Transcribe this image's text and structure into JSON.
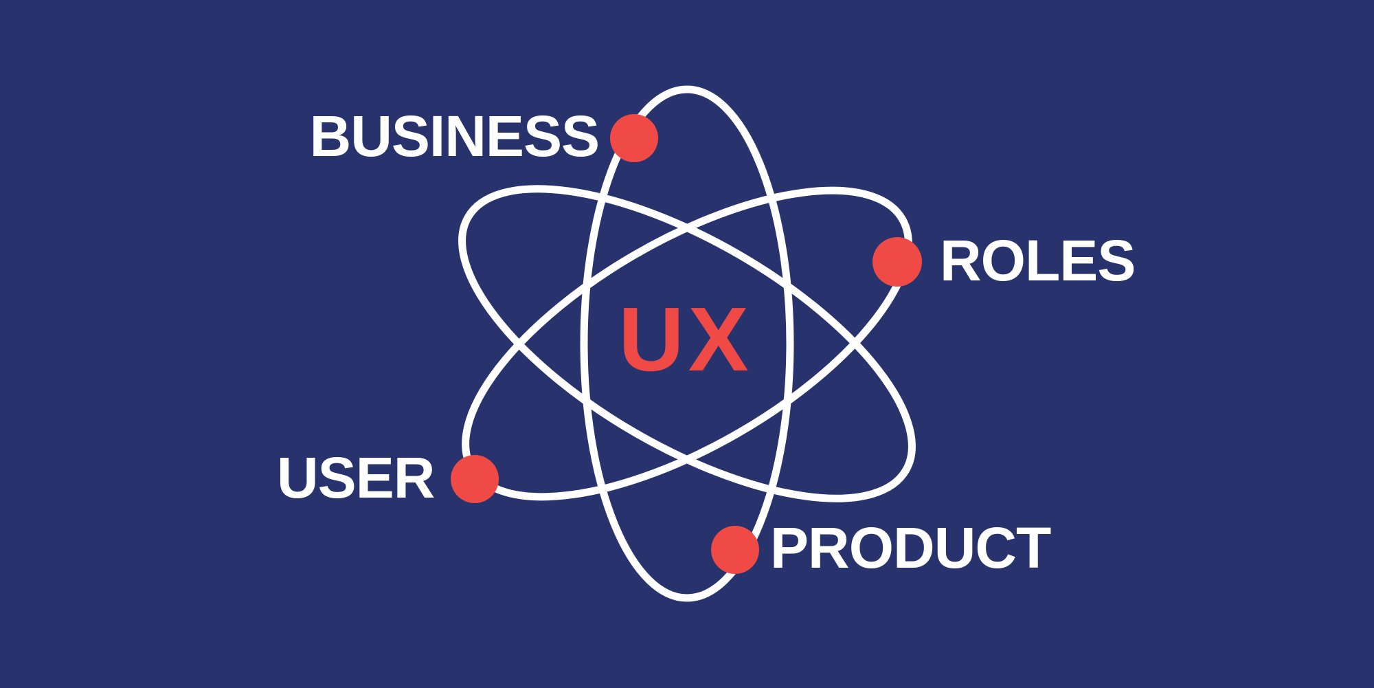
{
  "colors": {
    "background": "#28336E",
    "accent_red": "#EF4A45",
    "orbit_white": "#FFFFFF",
    "label_white": "#FFFFFF"
  },
  "diagram": {
    "center": {
      "label": "UX"
    },
    "nodes": [
      {
        "id": "business",
        "label": "BUSINESS"
      },
      {
        "id": "roles",
        "label": "ROLES"
      },
      {
        "id": "user",
        "label": "USER"
      },
      {
        "id": "product",
        "label": "PRODUCT"
      }
    ]
  }
}
